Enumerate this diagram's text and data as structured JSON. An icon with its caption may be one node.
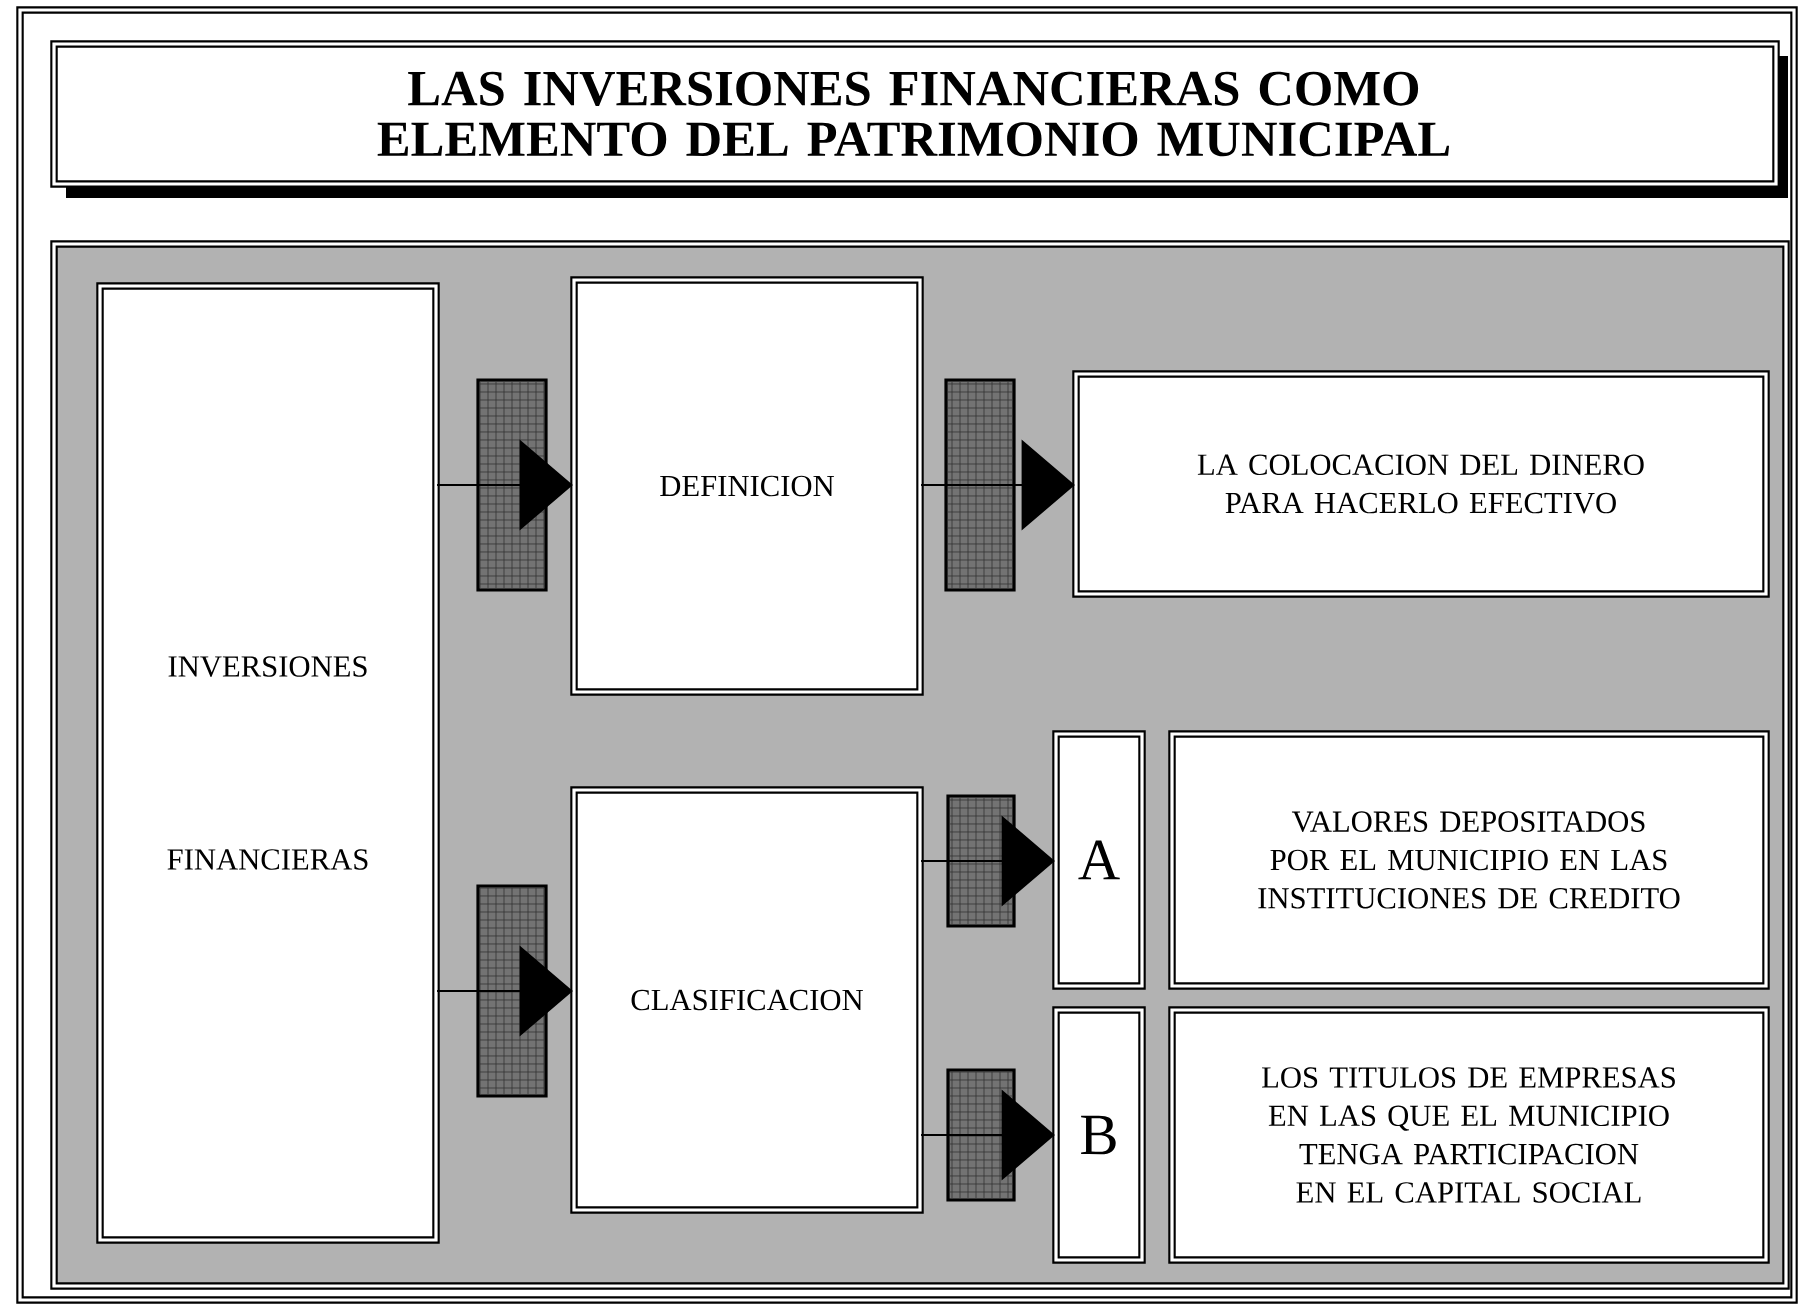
{
  "diagram": {
    "title": "LAS INVERSIONES FINANCIERAS COMO ELEMENTO DEL PATRIMONIO MUNICIPAL",
    "nodes": [
      {
        "text": [
          "INVERSIONES",
          "FINANCIERAS"
        ]
      },
      {
        "text": [
          "DEFINICION"
        ]
      },
      {
        "text": [
          "LA COLOCACION DEL DINERO PARA HACERLO EFECTIVO"
        ]
      },
      {
        "text": [
          "CLASIFICACION"
        ]
      },
      {
        "text": [
          "A"
        ]
      },
      {
        "text": [
          "VALORES DEPOSITADOS POR EL MUNICIPIO EN LAS INSTITUCIONES DE CREDITO"
        ]
      },
      {
        "text": [
          "B"
        ]
      },
      {
        "text": [
          "LOS TITULOS DE EMPRESAS EN LAS QUE EL MUNICIPIO TENGA PARTICIPACION EN EL CAPITAL SOCIAL"
        ]
      }
    ],
    "edges": [
      {
        "from": 0,
        "to": 1,
        "arrow": "to"
      },
      {
        "from": 1,
        "to": 2,
        "arrow": "to"
      },
      {
        "from": 0,
        "to": 3,
        "arrow": "to"
      },
      {
        "from": 3,
        "to": 4,
        "arrow": "to"
      },
      {
        "from": 3,
        "to": 6,
        "arrow": "to"
      }
    ]
  }
}
